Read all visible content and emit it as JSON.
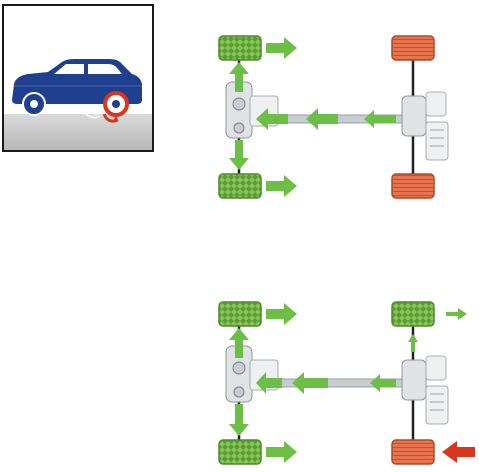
{
  "colors": {
    "driven_wheel": "#86c653",
    "driven_wheel_stripe": "#5a9a38",
    "slipping_wheel": "#e8744f",
    "slipping_wheel_stripe": "#c8502e",
    "torque_arrow": "#6cbf45",
    "brake_arrow": "#d8371e",
    "car_body": "#1f3f8f",
    "axle_line": "#222222",
    "drivetrain": "#c8cdd2"
  },
  "icons": {
    "inset": "car-wheel-slip-icon",
    "front_axle_differential": "front-differential-icon",
    "rear_axle_drive_unit": "rear-drive-unit-icon"
  },
  "scenarios": [
    {
      "id": "top",
      "wheels": {
        "front_left": "driven",
        "front_right": "driven",
        "rear_left": "slipping",
        "rear_right": "slipping"
      },
      "arrows": [
        "forward-front-left",
        "forward-front-right",
        "propshaft-to-front",
        "front-axle-split"
      ]
    },
    {
      "id": "bottom",
      "wheels": {
        "front_left": "driven",
        "front_right": "driven",
        "rear_left": "driven",
        "rear_right": "braked"
      },
      "arrows": [
        "forward-front-left",
        "forward-front-right",
        "forward-rear-left-small",
        "brake-rear-right",
        "propshaft-to-front",
        "front-axle-split"
      ]
    }
  ]
}
